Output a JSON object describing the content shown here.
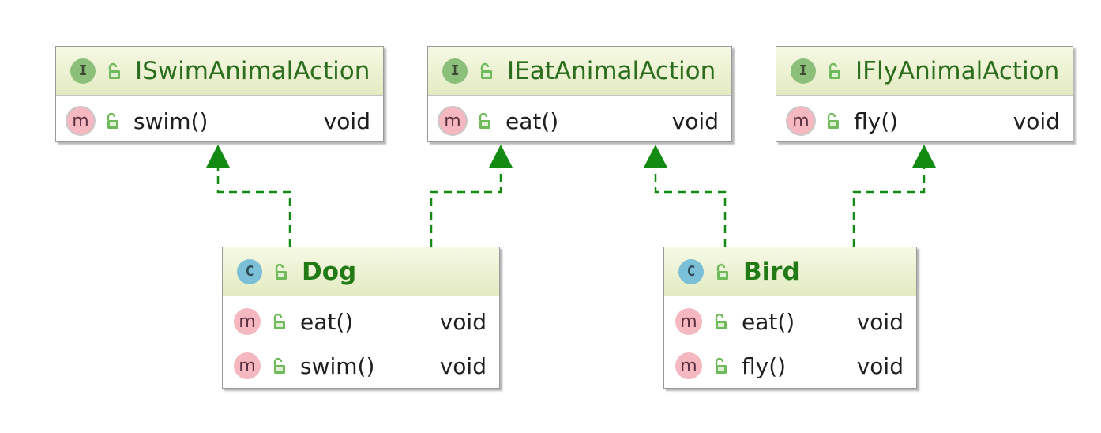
{
  "interfaces": [
    {
      "kind_letter": "I",
      "name": "ISwimAnimalAction",
      "methods": [
        {
          "badge": "m",
          "name": "swim()",
          "return_type": "void"
        }
      ]
    },
    {
      "kind_letter": "I",
      "name": "IEatAnimalAction",
      "methods": [
        {
          "badge": "m",
          "name": "eat()",
          "return_type": "void"
        }
      ]
    },
    {
      "kind_letter": "I",
      "name": "IFlyAnimalAction",
      "methods": [
        {
          "badge": "m",
          "name": "fly()",
          "return_type": "void"
        }
      ]
    }
  ],
  "classes": [
    {
      "kind_letter": "C",
      "name": "Dog",
      "methods": [
        {
          "badge": "m",
          "name": "eat()",
          "return_type": "void"
        },
        {
          "badge": "m",
          "name": "swim()",
          "return_type": "void"
        }
      ]
    },
    {
      "kind_letter": "C",
      "name": "Bird",
      "methods": [
        {
          "badge": "m",
          "name": "eat()",
          "return_type": "void"
        },
        {
          "badge": "m",
          "name": "fly()",
          "return_type": "void"
        }
      ]
    }
  ],
  "relationships": [
    {
      "from": "Dog",
      "to": "ISwimAnimalAction",
      "type": "implements"
    },
    {
      "from": "Dog",
      "to": "IEatAnimalAction",
      "type": "implements"
    },
    {
      "from": "Bird",
      "to": "IEatAnimalAction",
      "type": "implements"
    },
    {
      "from": "Bird",
      "to": "IFlyAnimalAction",
      "type": "implements"
    }
  ],
  "colors": {
    "arrow": "#138a12",
    "type_name": "#2c6e1e",
    "header_top": "#f7f9e5",
    "header_bottom": "#e3ebc2",
    "interface_badge": "#8cc07a",
    "class_badge": "#7cc0d8",
    "method_badge": "#f6b8c0",
    "lock": "#6fba5a"
  },
  "icons": {
    "interface_badge": "interface-badge-icon",
    "class_badge": "class-badge-icon",
    "method_badge": "method-badge-icon",
    "visibility": "public-lock-icon"
  }
}
